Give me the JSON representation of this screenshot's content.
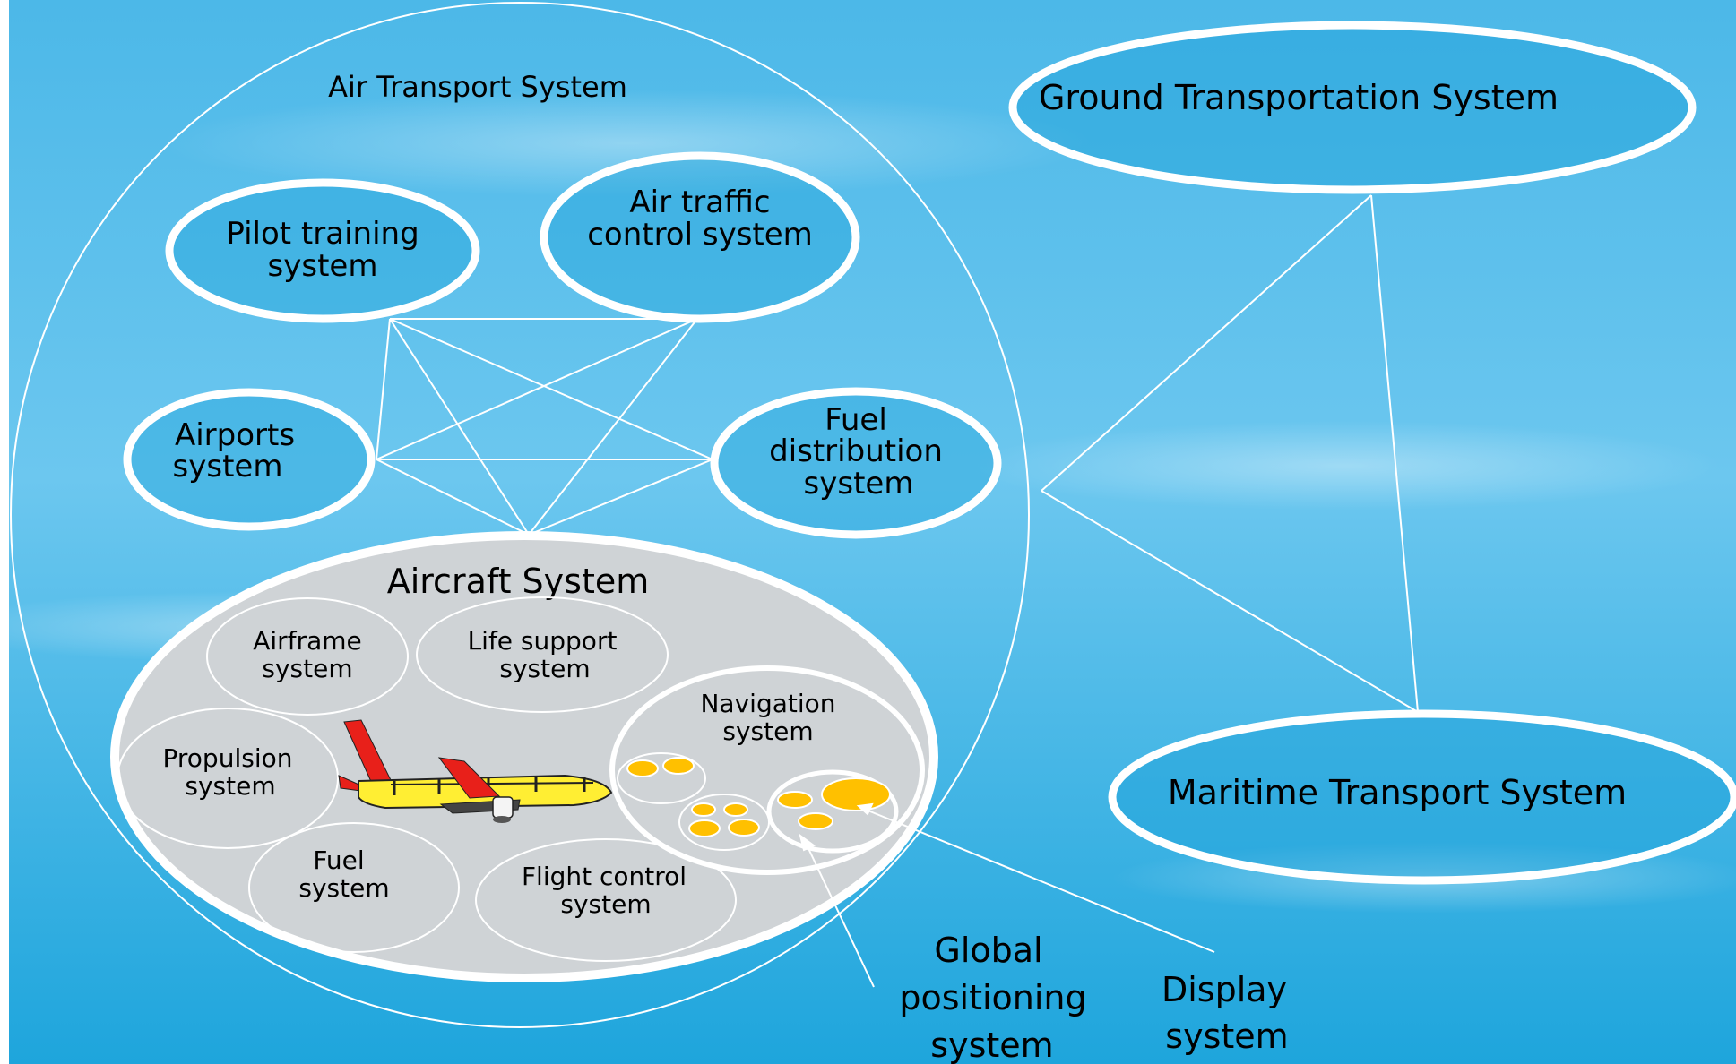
{
  "air_transport": {
    "title": "Air Transport System"
  },
  "ground": {
    "title": "Ground Transportation System"
  },
  "maritime": {
    "title": "Maritime Transport System"
  },
  "pilot_training": {
    "line1": "Pilot training",
    "line2": "system"
  },
  "air_traffic": {
    "line1": "Air traffic",
    "line2": "control system"
  },
  "airports": {
    "line1": "Airports",
    "line2": "system"
  },
  "fuel_distribution": {
    "line1": "Fuel",
    "line2": "distribution",
    "line3": "system"
  },
  "aircraft": {
    "title": "Aircraft System"
  },
  "airframe": {
    "line1": "Airframe",
    "line2": "system"
  },
  "life_support": {
    "line1": "Life support",
    "line2": "system"
  },
  "propulsion": {
    "line1": "Propulsion",
    "line2": "system"
  },
  "fuel": {
    "line1": "Fuel",
    "line2": "system"
  },
  "flight_control": {
    "line1": "Flight control",
    "line2": "system"
  },
  "navigation": {
    "line1": "Navigation",
    "line2": "system"
  },
  "gps": {
    "line1": "Global",
    "line2": "positioning",
    "line3": "system"
  },
  "display": {
    "line1": "Display",
    "line2": "system"
  },
  "colors": {
    "sky_light": "#63c3ee",
    "sky_dark": "#1fa7dd",
    "aircraft_fill": "#cfd3d6",
    "outline": "#ffffff",
    "gold": "#ffc000",
    "plane_body": "#ffee33",
    "plane_tail": "#e8201a"
  }
}
